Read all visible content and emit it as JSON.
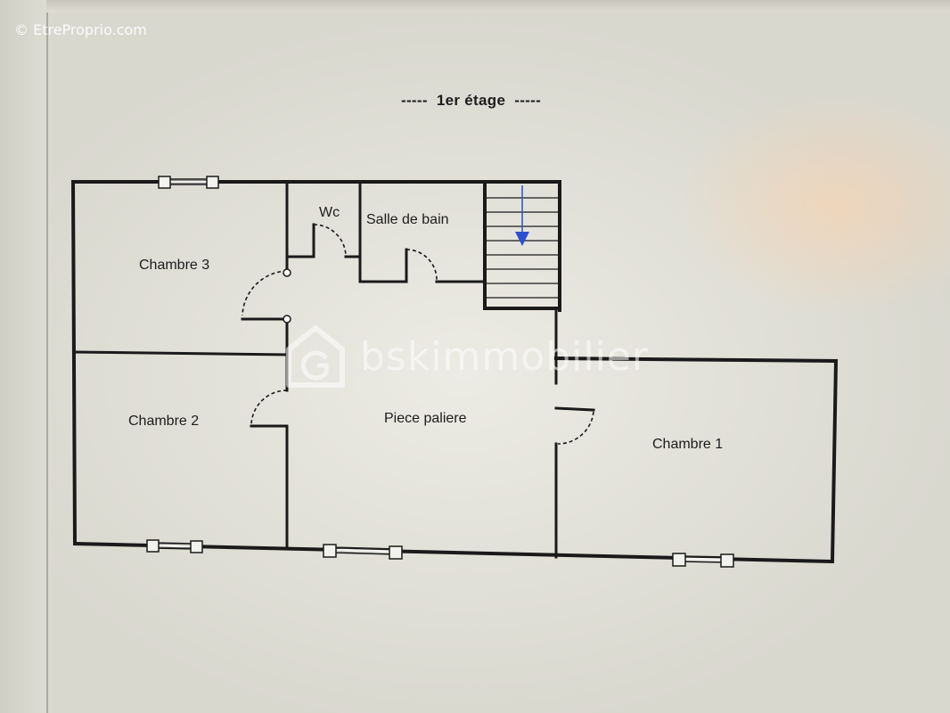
{
  "watermark_top": "© EtreProprio.com",
  "title": "-----  1er étage  -----",
  "brand_watermark": "bskimmobilier",
  "rooms": {
    "chambre3": "Chambre 3",
    "wc": "Wc",
    "salle_de_bain": "Salle de bain",
    "chambre2": "Chambre 2",
    "piece_paliere": "Piece paliere",
    "chambre1": "Chambre 1"
  },
  "icons": {
    "stairs_arrow": "arrow-down-icon",
    "logo": "house-logo-icon"
  },
  "colors": {
    "wall": "#1a1a1a",
    "screen_bg": "#e6e5dd",
    "stair_arrow": "#2a4fd0"
  }
}
